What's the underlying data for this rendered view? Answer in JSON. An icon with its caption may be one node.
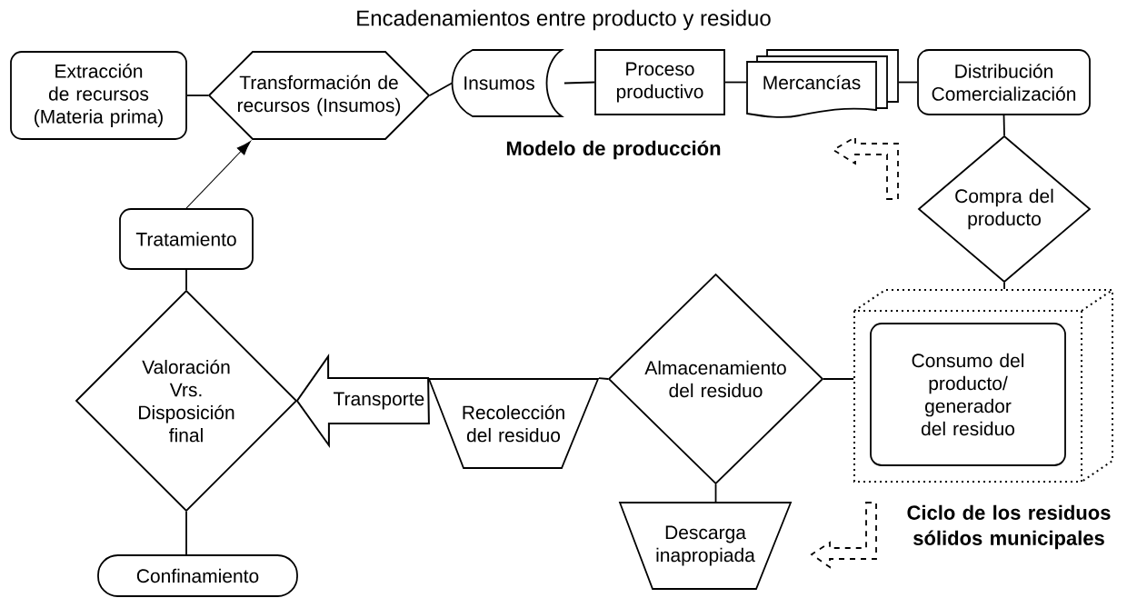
{
  "diagram": {
    "title": "Encadenamientos entre producto y residuo",
    "nodes": [
      {
        "text": [
          "Extracción de recursos (Materia prima)"
        ]
      },
      {
        "text": [
          "Transformación de recursos (Insumos)"
        ]
      },
      {
        "text": [
          "Insumos"
        ]
      },
      {
        "text": [
          "Proceso productivo"
        ]
      },
      {
        "text": [
          "Mercancías"
        ]
      },
      {
        "text": [
          "Distribución Comercialización"
        ]
      },
      {
        "text": [
          "Compra del producto"
        ]
      },
      {
        "text": [],
        "shape": "box"
      },
      {
        "text": [
          "Consumo del producto/ generador del residuo"
        ],
        "in": 7
      },
      {
        "text": [
          "Almacenamiento del residuo"
        ]
      },
      {
        "text": [
          "Recolección del residuo"
        ]
      },
      {
        "text": [
          "Valoración Vrs. Disposición final"
        ]
      },
      {
        "text": [
          "Tratamiento"
        ]
      },
      {
        "text": [
          "Confinamiento"
        ]
      },
      {
        "text": [
          "Descarga inapropiada"
        ]
      }
    ],
    "edges": [
      {
        "from": 0,
        "to": 1,
        "arrow": "none"
      },
      {
        "from": 1,
        "to": 2,
        "arrow": "none"
      },
      {
        "from": 2,
        "to": 3,
        "arrow": "none"
      },
      {
        "from": 3,
        "to": 4,
        "arrow": "none"
      },
      {
        "from": 4,
        "to": 5,
        "arrow": "none"
      },
      {
        "from": 5,
        "to": 6,
        "arrow": "none"
      },
      {
        "from": 6,
        "to": 7,
        "arrow": "none"
      },
      {
        "from": 7,
        "to": 9,
        "arrow": "none"
      },
      {
        "from": 9,
        "to": 10,
        "arrow": "none"
      },
      {
        "from": 10,
        "to": 11,
        "arrow": "to",
        "label": "Transporte",
        "style": "thick"
      },
      {
        "from": 11,
        "to": 12,
        "arrow": "none"
      },
      {
        "from": 12,
        "to": 1,
        "arrow": "to"
      },
      {
        "from": 11,
        "to": 13,
        "arrow": "none"
      },
      {
        "from": 9,
        "to": 14,
        "arrow": "none"
      }
    ],
    "labels": [
      "Modelo de producción",
      "Ciclo de los residuos sólidos municipales"
    ]
  }
}
